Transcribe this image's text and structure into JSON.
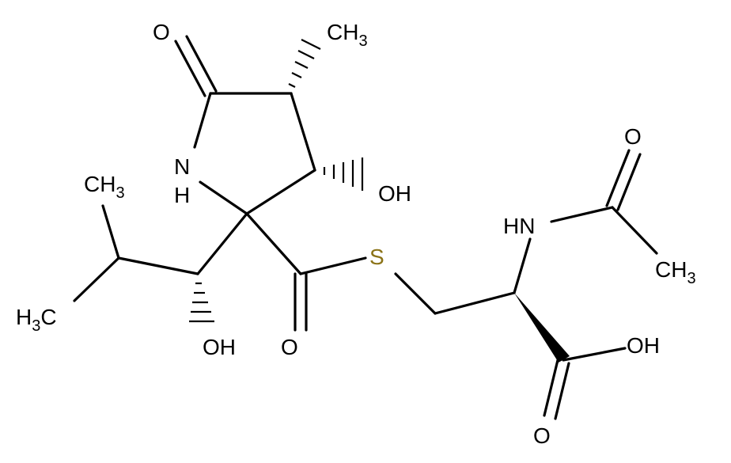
{
  "molecule": {
    "labels": {
      "o_ketone": "O",
      "ch3_top": "CH",
      "ch3_top_sub": "3",
      "nh_ring_n": "N",
      "nh_ring_h": "H",
      "oh_ring": "OH",
      "ch3_left": "CH",
      "ch3_left_sub": "3",
      "h3c_h": "H",
      "h3c_sub": "3",
      "h3c_c": "C",
      "oh_side": "OH",
      "o_thioester": "O",
      "s": "S",
      "nh_amide": "HN",
      "o_amide": "O",
      "ch3_acetyl": "CH",
      "ch3_acetyl_sub": "3",
      "oh_acid": "OH",
      "o_acid": "O"
    },
    "colors": {
      "bond": "#000000",
      "atom_text": "#000000",
      "sulfur": "#8b7317",
      "background": "#ffffff"
    }
  }
}
